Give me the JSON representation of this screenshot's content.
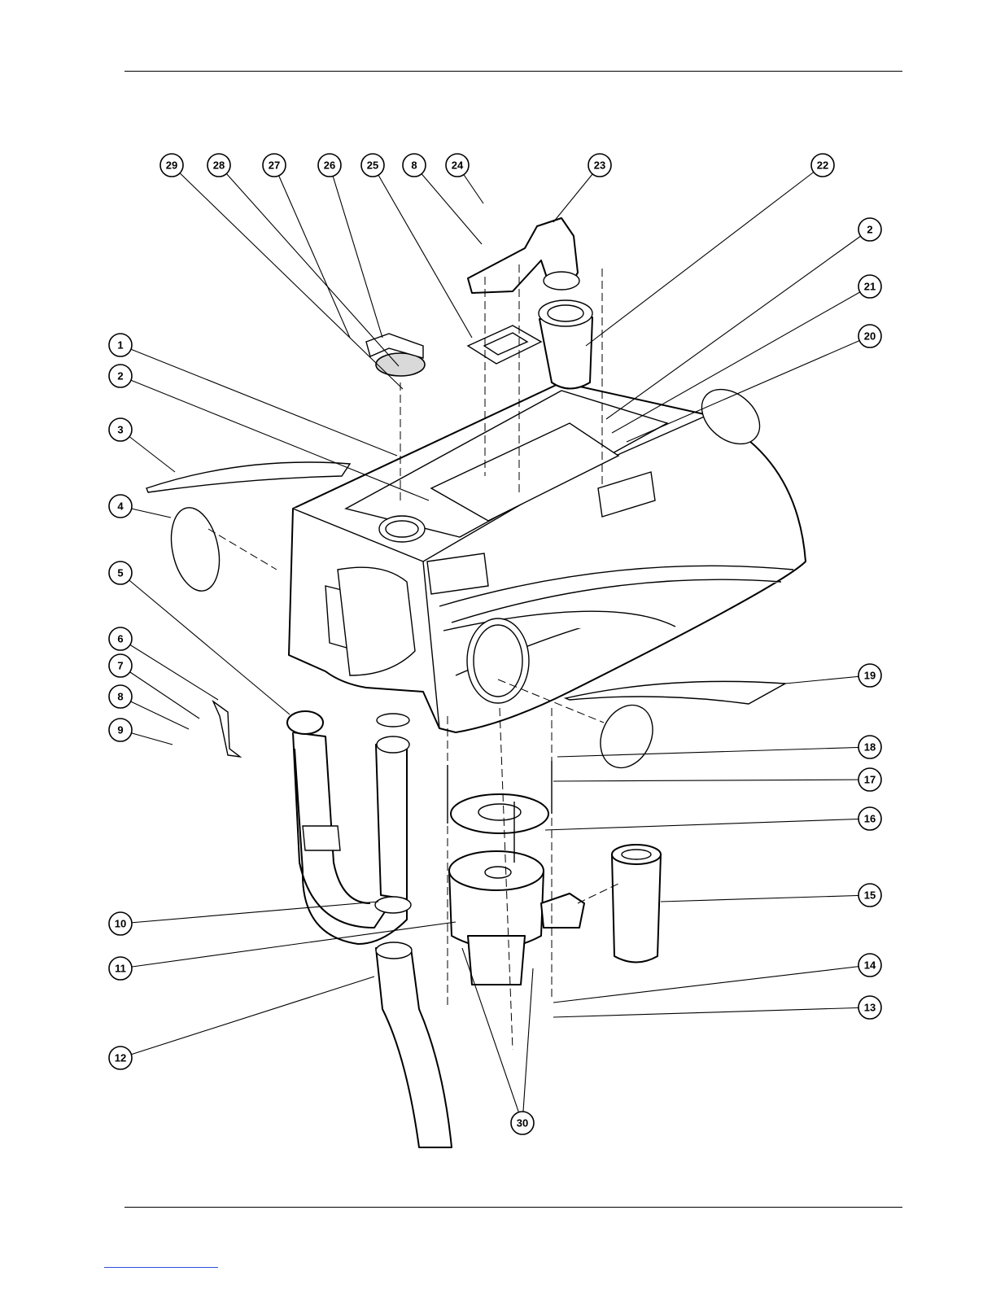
{
  "callouts": [
    {
      "label": "29"
    },
    {
      "label": "28"
    },
    {
      "label": "27"
    },
    {
      "label": "26"
    },
    {
      "label": "25"
    },
    {
      "label": "8"
    },
    {
      "label": "24"
    },
    {
      "label": "23"
    },
    {
      "label": "22"
    },
    {
      "label": "2"
    },
    {
      "label": "21"
    },
    {
      "label": "20"
    },
    {
      "label": "1"
    },
    {
      "label": "2"
    },
    {
      "label": "3"
    },
    {
      "label": "4"
    },
    {
      "label": "5"
    },
    {
      "label": "6"
    },
    {
      "label": "7"
    },
    {
      "label": "8"
    },
    {
      "label": "9"
    },
    {
      "label": "19"
    },
    {
      "label": "18"
    },
    {
      "label": "17"
    },
    {
      "label": "16"
    },
    {
      "label": "15"
    },
    {
      "label": "10"
    },
    {
      "label": "11"
    },
    {
      "label": "14"
    },
    {
      "label": "13"
    },
    {
      "label": "12"
    },
    {
      "label": "30"
    }
  ]
}
